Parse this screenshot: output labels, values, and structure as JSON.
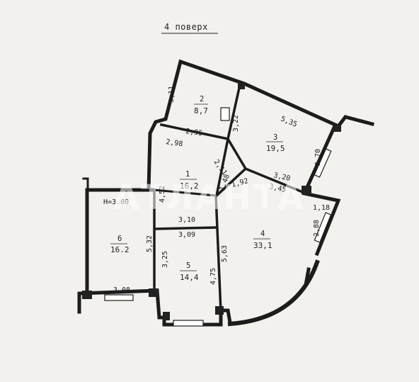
{
  "floor_title": "4 поверх",
  "watermark": "АТЛАНТА",
  "height_note": "H=3.00",
  "rooms": [
    {
      "id": "1",
      "number": "1",
      "area": "16,2"
    },
    {
      "id": "2",
      "number": "2",
      "area": "8,7"
    },
    {
      "id": "3",
      "number": "3",
      "area": "19,5"
    },
    {
      "id": "4",
      "number": "4",
      "area": "33,1"
    },
    {
      "id": "5",
      "number": "5",
      "area": "14,4"
    },
    {
      "id": "6",
      "number": "6",
      "area": "16.2"
    }
  ],
  "dimensions": {
    "d_3_11": "3,11",
    "d_2_95": "2,95",
    "d_2_98": "2,98",
    "d_3_22": "3,22",
    "d_5_35": "5,35",
    "d_3_70": "3,70",
    "d_2_11": "2,11",
    "d_1_48": "1,48",
    "d_1_92": "1,92",
    "d_3_20": "3,20",
    "d_3_45": "3,45",
    "d_4_52": "4,52",
    "d_1_18": "1,18",
    "d_2_88": "2,88",
    "d_3_10": "3,10",
    "d_3_09": "3,09",
    "d_5_32": "5,32",
    "d_3_25": "3,25",
    "d_5_63": "5,63",
    "d_4_75": "4,75",
    "d_3_08": "3,08"
  }
}
